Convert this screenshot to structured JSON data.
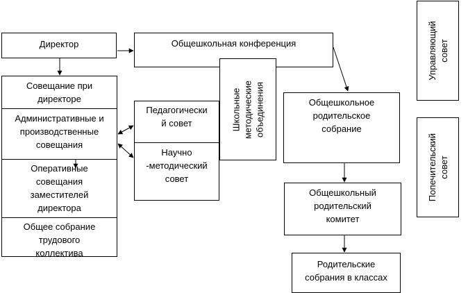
{
  "nodes": {
    "director": "Директор",
    "conference": "Общешкольная конференция",
    "directors_meeting": "Совещание при\nдиректоре",
    "admin_meetings": "Административные и\nпроизводственные\nсовещания",
    "operative_meetings": "Оперативные\nсовещания\nзаместителей\nдиректора",
    "general_assembly": "Общее собрание\nтрудового\nколлектива",
    "ped_council": "Педагогически\nй  совет",
    "sci_council": "Научно\n-методический\nсовет",
    "method_unions": "Школьные\nметодические\nобъединения",
    "parent_meeting": "Общешкольное\nродительское\nсобрание",
    "parent_committee": "Общешкольный\nродительский\nкомитет",
    "class_meetings": "Родительские\nсобрания в классах",
    "governing_council": "Управляющий\nсовет",
    "trustee_council": "Попечительский\nсовет"
  },
  "colors": {
    "line": "#000000",
    "box_fill": "#ffffff"
  }
}
